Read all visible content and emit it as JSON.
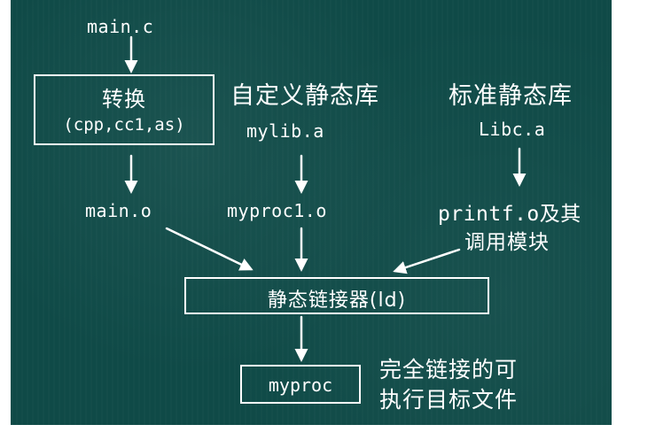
{
  "nodes": {
    "main_c": "main.c",
    "transform_title": "转换",
    "transform_tools": "(cpp,cc1,as)",
    "custom_lib_title": "自定义静态库",
    "mylib_a": "mylib.a",
    "std_lib_title": "标准静态库",
    "libc_a": "Libc.a",
    "main_o": "main.o",
    "myproc1_o": "myproc1.o",
    "printf_o_line1": "printf.o及其",
    "printf_o_line2": "调用模块",
    "linker": "静态链接器(ld)",
    "myproc": "myproc",
    "exe_line1": "完全链接的可",
    "exe_line2": "执行目标文件"
  },
  "colors": {
    "board": "#0f4a47",
    "ink": "#ffffff"
  }
}
